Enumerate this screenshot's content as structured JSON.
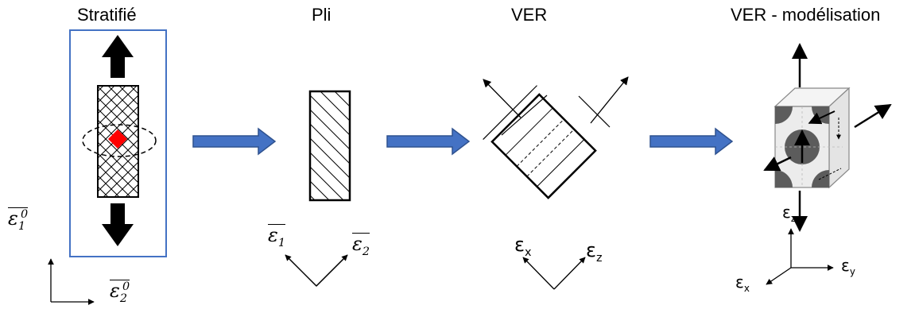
{
  "titles": {
    "laminate": "Stratifié",
    "ply": "Pli",
    "rve": "VER",
    "rve_model": "VER - modélisation"
  },
  "labels": {
    "eps1_0": {
      "sym": "ε",
      "sub": "1",
      "sup": "0"
    },
    "eps2_0": {
      "sym": "ε",
      "sub": "2",
      "sup": "0"
    },
    "eps1": {
      "sym": "ε",
      "sub": "1"
    },
    "eps2": {
      "sym": "ε",
      "sub": "2"
    },
    "rve_x": {
      "sym": "ε",
      "sub": "x"
    },
    "rve_z": {
      "sym": "ε",
      "sub": "z"
    },
    "model_z": {
      "sym": "ε",
      "sub": "z"
    },
    "model_x": {
      "sym": "ε",
      "sub": "x"
    },
    "model_y": {
      "sym": "ε",
      "sub": "y"
    }
  },
  "colors": {
    "frame": "#4472c4",
    "arrow_fill": "#4472c4",
    "arrow_stroke": "#2f528f",
    "marker": "#ff0000",
    "black": "#000000",
    "fiber_gray": "#606060",
    "cube_face": "#e9e9e9"
  }
}
